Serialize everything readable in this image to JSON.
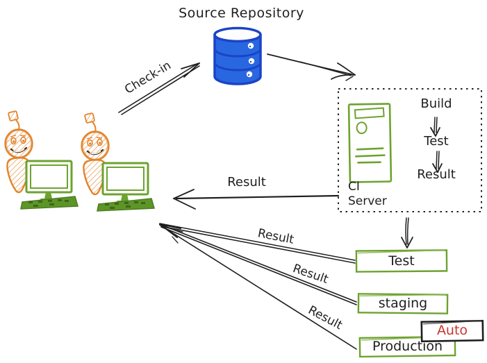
{
  "title": "Source Repository",
  "arrows": {
    "check_in_label": "Check-in",
    "result_to_dev_label": "Result",
    "result_from_test_label": "Result",
    "result_from_staging_label": "Result",
    "result_from_production_label": "Result"
  },
  "ci_box": {
    "server_label": "CI Server",
    "steps": [
      "Build",
      "Test",
      "Result"
    ]
  },
  "environments": [
    {
      "label": "Test"
    },
    {
      "label": "staging"
    },
    {
      "label": "Production"
    }
  ],
  "auto_badge": "Auto",
  "icons": [
    "database-icon",
    "ci-server-tower-icon",
    "developer-robot-icon",
    "workstation-monitor-icon",
    "keyboard-icon"
  ],
  "colors": {
    "repository_blue_fill": "#2867e0",
    "repository_blue_stroke": "#1c43c8",
    "green": "#6da22f",
    "orange": "#e2832b",
    "auto_red": "#c9352e",
    "ink": "#1e1e1e"
  }
}
